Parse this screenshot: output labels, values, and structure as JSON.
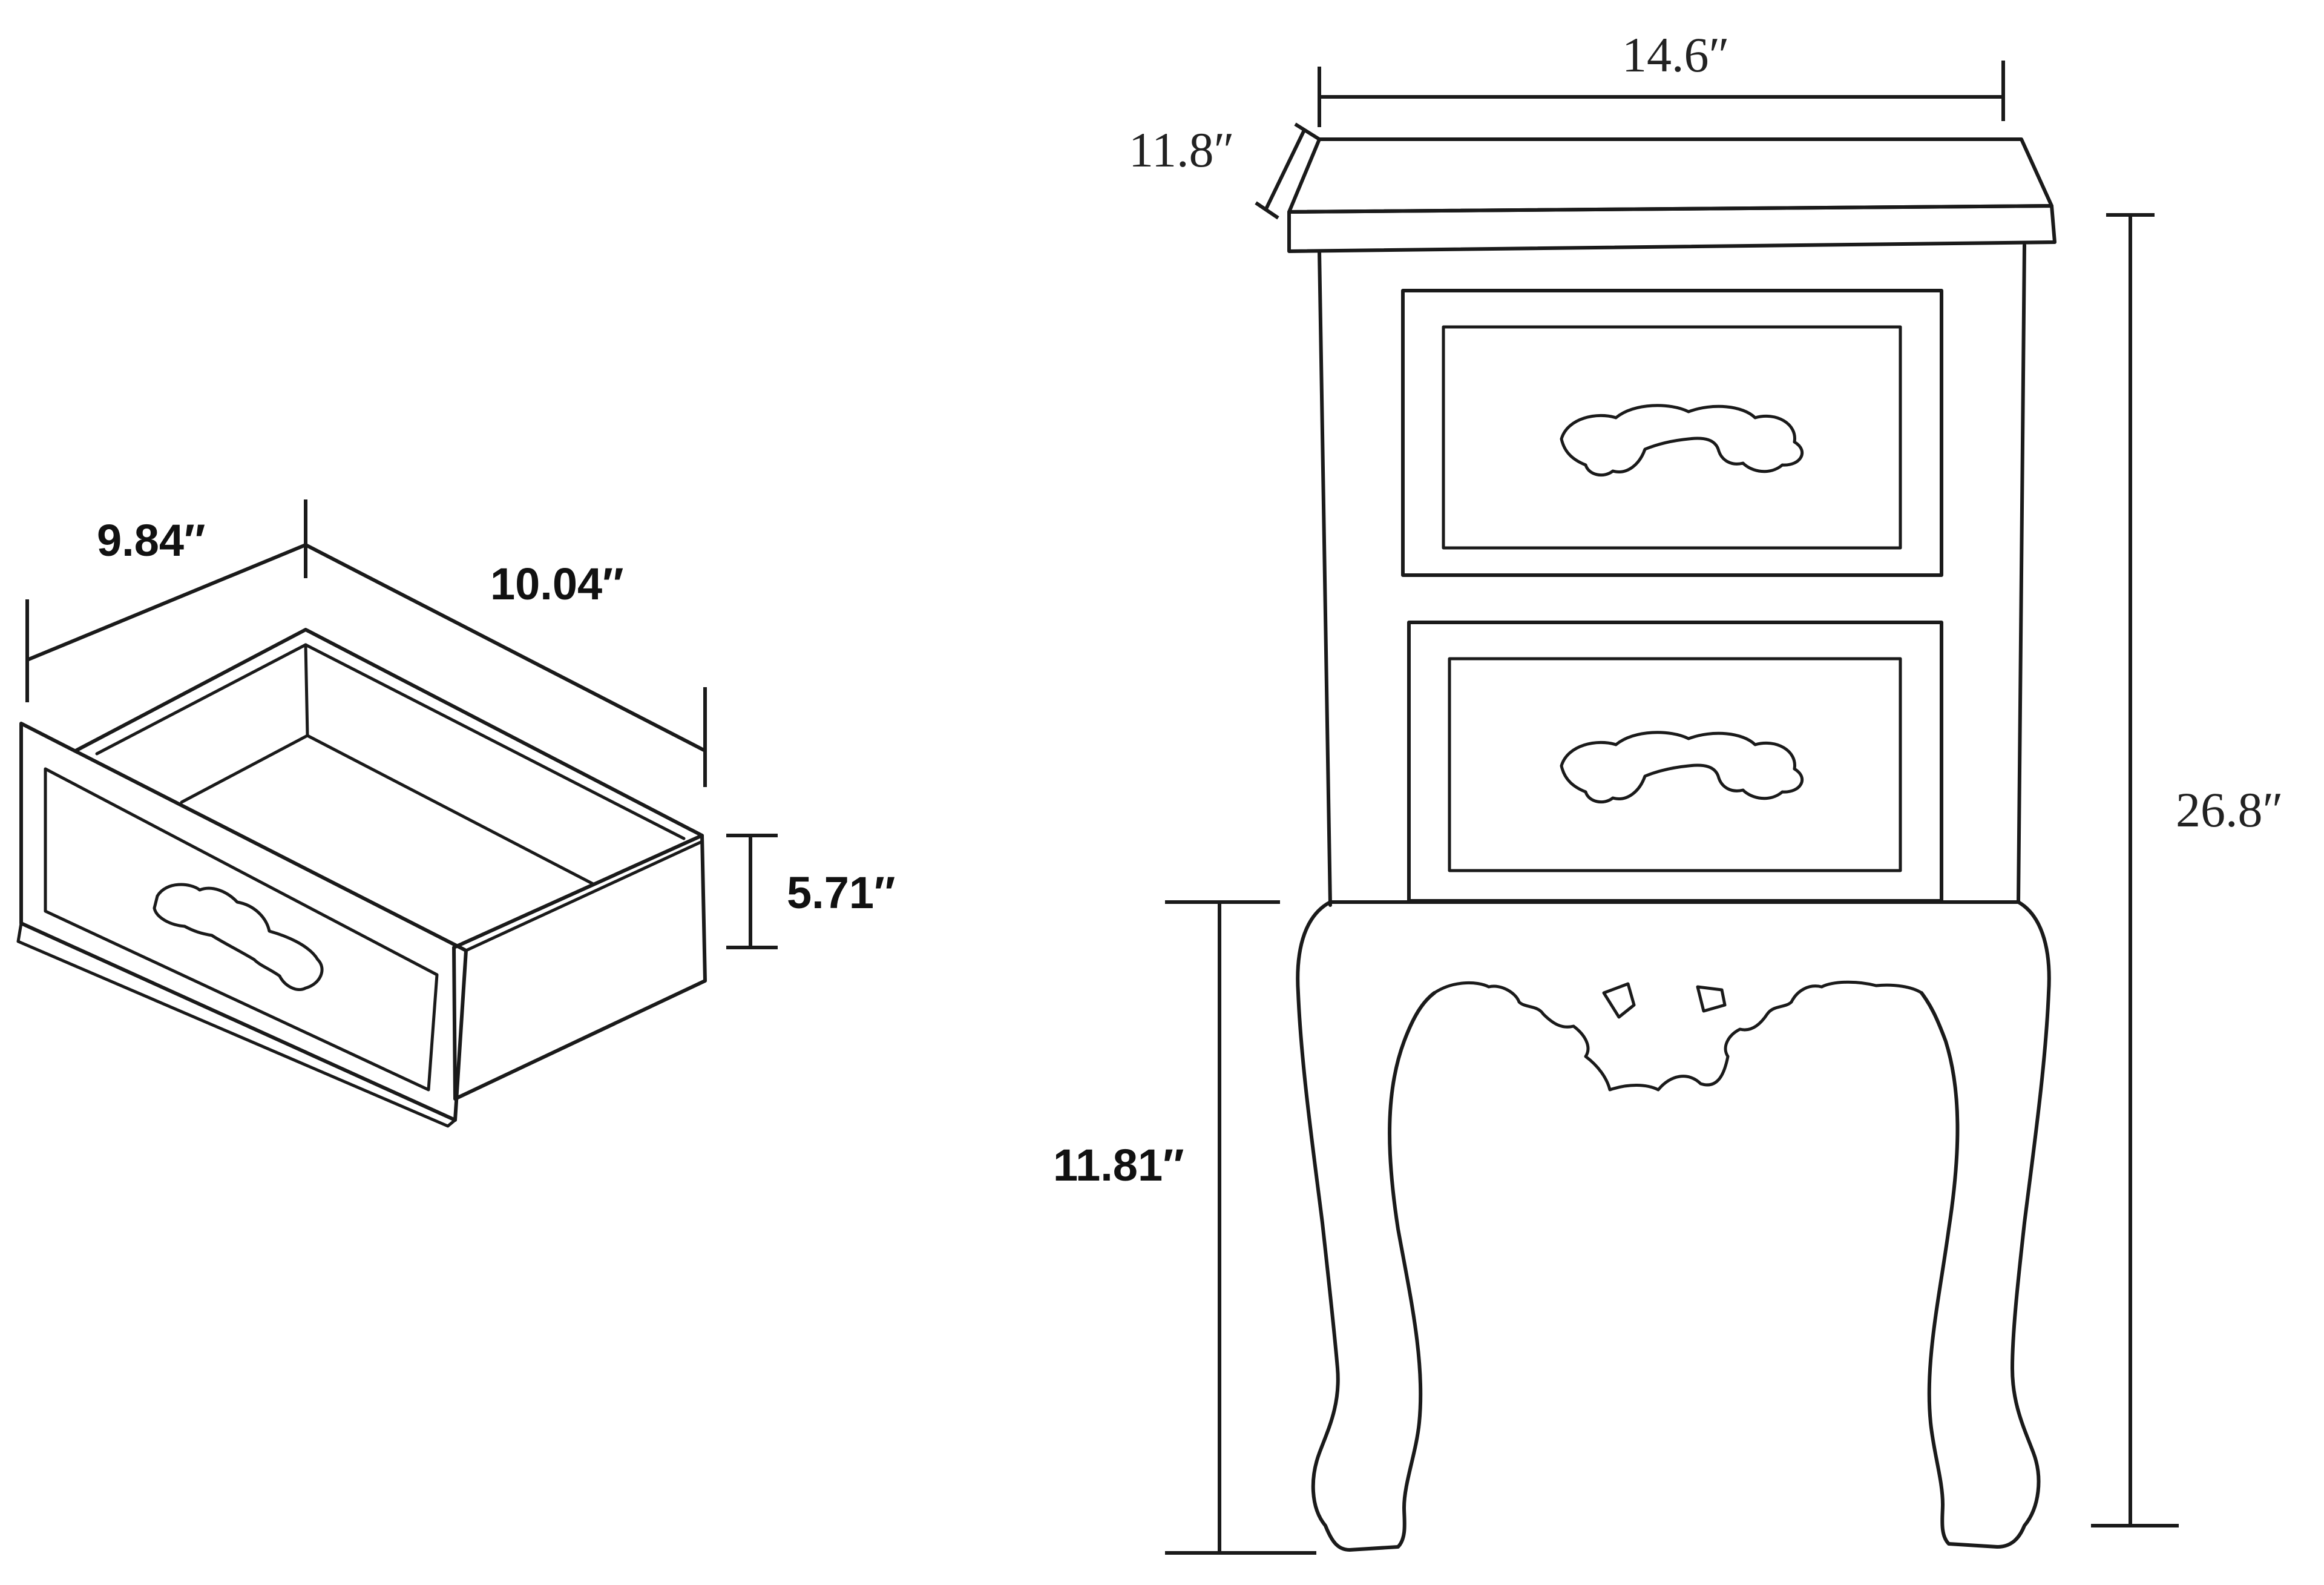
{
  "drawer": {
    "width_label": "9.84″",
    "depth_label": "10.04″",
    "height_label": "5.71″"
  },
  "nightstand": {
    "width_label": "14.6″",
    "depth_label": "11.8″",
    "total_height_label": "26.8″",
    "leg_height_label": "11.81″"
  }
}
